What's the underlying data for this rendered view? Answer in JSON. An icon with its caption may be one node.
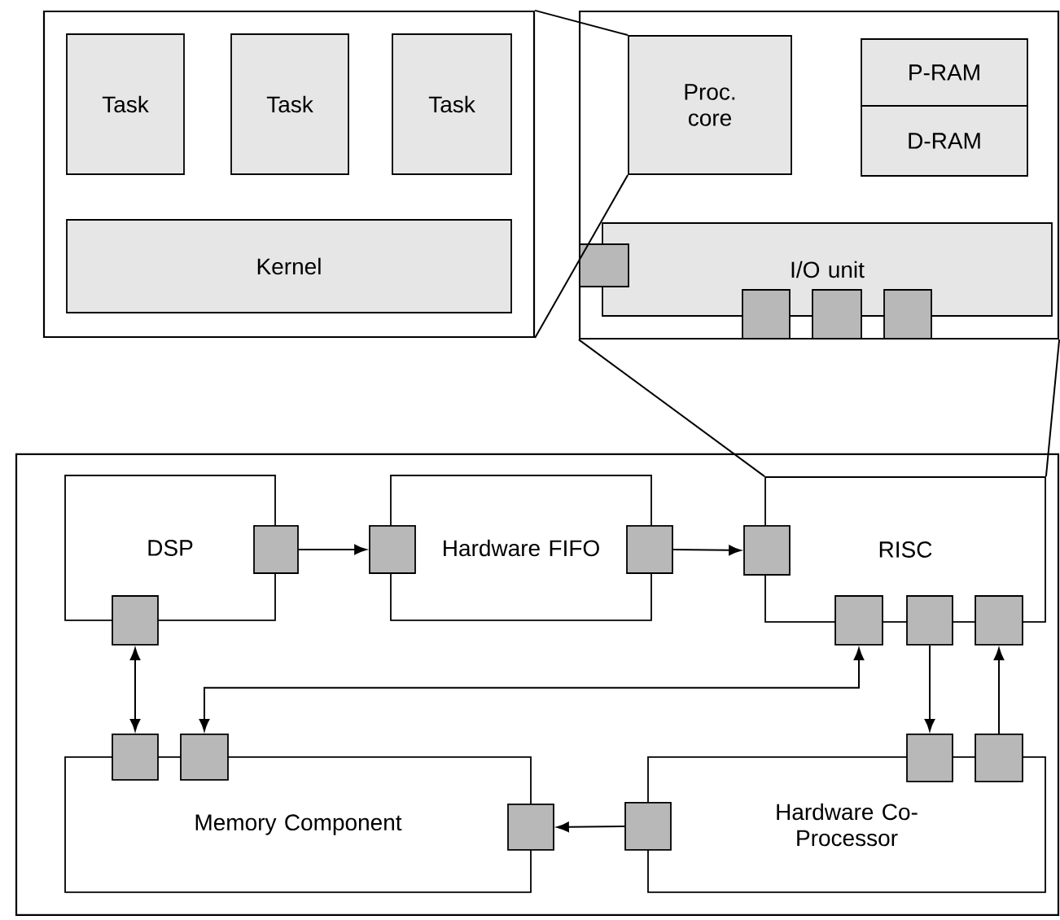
{
  "diagram": {
    "nodes": [
      {
        "text": [],
        "shape": "box"
      },
      {
        "text": [
          "Task"
        ],
        "in": 0
      },
      {
        "text": [
          "Task"
        ],
        "in": 0
      },
      {
        "text": [
          "Task"
        ],
        "in": 0
      },
      {
        "text": [
          "Kernel"
        ],
        "in": 0
      },
      {
        "text": [],
        "shape": "box"
      },
      {
        "text": [
          "Proc. core"
        ],
        "in": 5
      },
      {
        "text": [
          "P-RAM"
        ],
        "in": 5
      },
      {
        "text": [
          "D-RAM"
        ],
        "in": 5
      },
      {
        "text": [
          "I/O unit"
        ],
        "in": 5
      },
      {
        "text": [],
        "shape": "box",
        "in": 5
      },
      {
        "text": [],
        "shape": "box",
        "in": 5
      },
      {
        "text": [],
        "shape": "box",
        "in": 5
      },
      {
        "text": [],
        "shape": "box",
        "in": 5
      },
      {
        "text": [],
        "shape": "box"
      },
      {
        "text": [
          "DSP"
        ],
        "in": 14
      },
      {
        "text": [
          "Hardware FIFO"
        ],
        "in": 14
      },
      {
        "text": [
          "RISC"
        ],
        "in": 14
      },
      {
        "text": [
          "Memory Component"
        ],
        "in": 14
      },
      {
        "text": [
          "Hardware Co-Processor"
        ],
        "in": 14
      },
      {
        "text": [],
        "shape": "box",
        "in": 14
      },
      {
        "text": [],
        "shape": "box",
        "in": 14
      },
      {
        "text": [],
        "shape": "box",
        "in": 14
      },
      {
        "text": [],
        "shape": "box",
        "in": 14
      },
      {
        "text": [],
        "shape": "box",
        "in": 14
      },
      {
        "text": [],
        "shape": "box",
        "in": 14
      },
      {
        "text": [],
        "shape": "box",
        "in": 14
      },
      {
        "text": [],
        "shape": "box",
        "in": 14
      },
      {
        "text": [],
        "shape": "box",
        "in": 14
      },
      {
        "text": [],
        "shape": "box",
        "in": 14
      },
      {
        "text": [],
        "shape": "box",
        "in": 14
      },
      {
        "text": [],
        "shape": "box",
        "in": 14
      },
      {
        "text": [],
        "shape": "box",
        "in": 14
      },
      {
        "text": [],
        "shape": "box",
        "in": 14
      }
    ],
    "edges": [
      {
        "from": 0,
        "to": 6,
        "arrow": "none"
      },
      {
        "from": 0,
        "to": 6,
        "arrow": "none"
      },
      {
        "from": 5,
        "to": 17,
        "arrow": "none"
      },
      {
        "from": 5,
        "to": 17,
        "arrow": "none"
      },
      {
        "from": 20,
        "to": 22,
        "arrow": "to"
      },
      {
        "from": 23,
        "to": 24,
        "arrow": "to"
      },
      {
        "from": 21,
        "to": 28,
        "arrow": "both"
      },
      {
        "from": 29,
        "to": 25,
        "arrow": "both"
      },
      {
        "from": 26,
        "to": 32,
        "arrow": "to"
      },
      {
        "from": 33,
        "to": 27,
        "arrow": "to"
      },
      {
        "from": 31,
        "to": 30,
        "arrow": "to"
      }
    ]
  }
}
